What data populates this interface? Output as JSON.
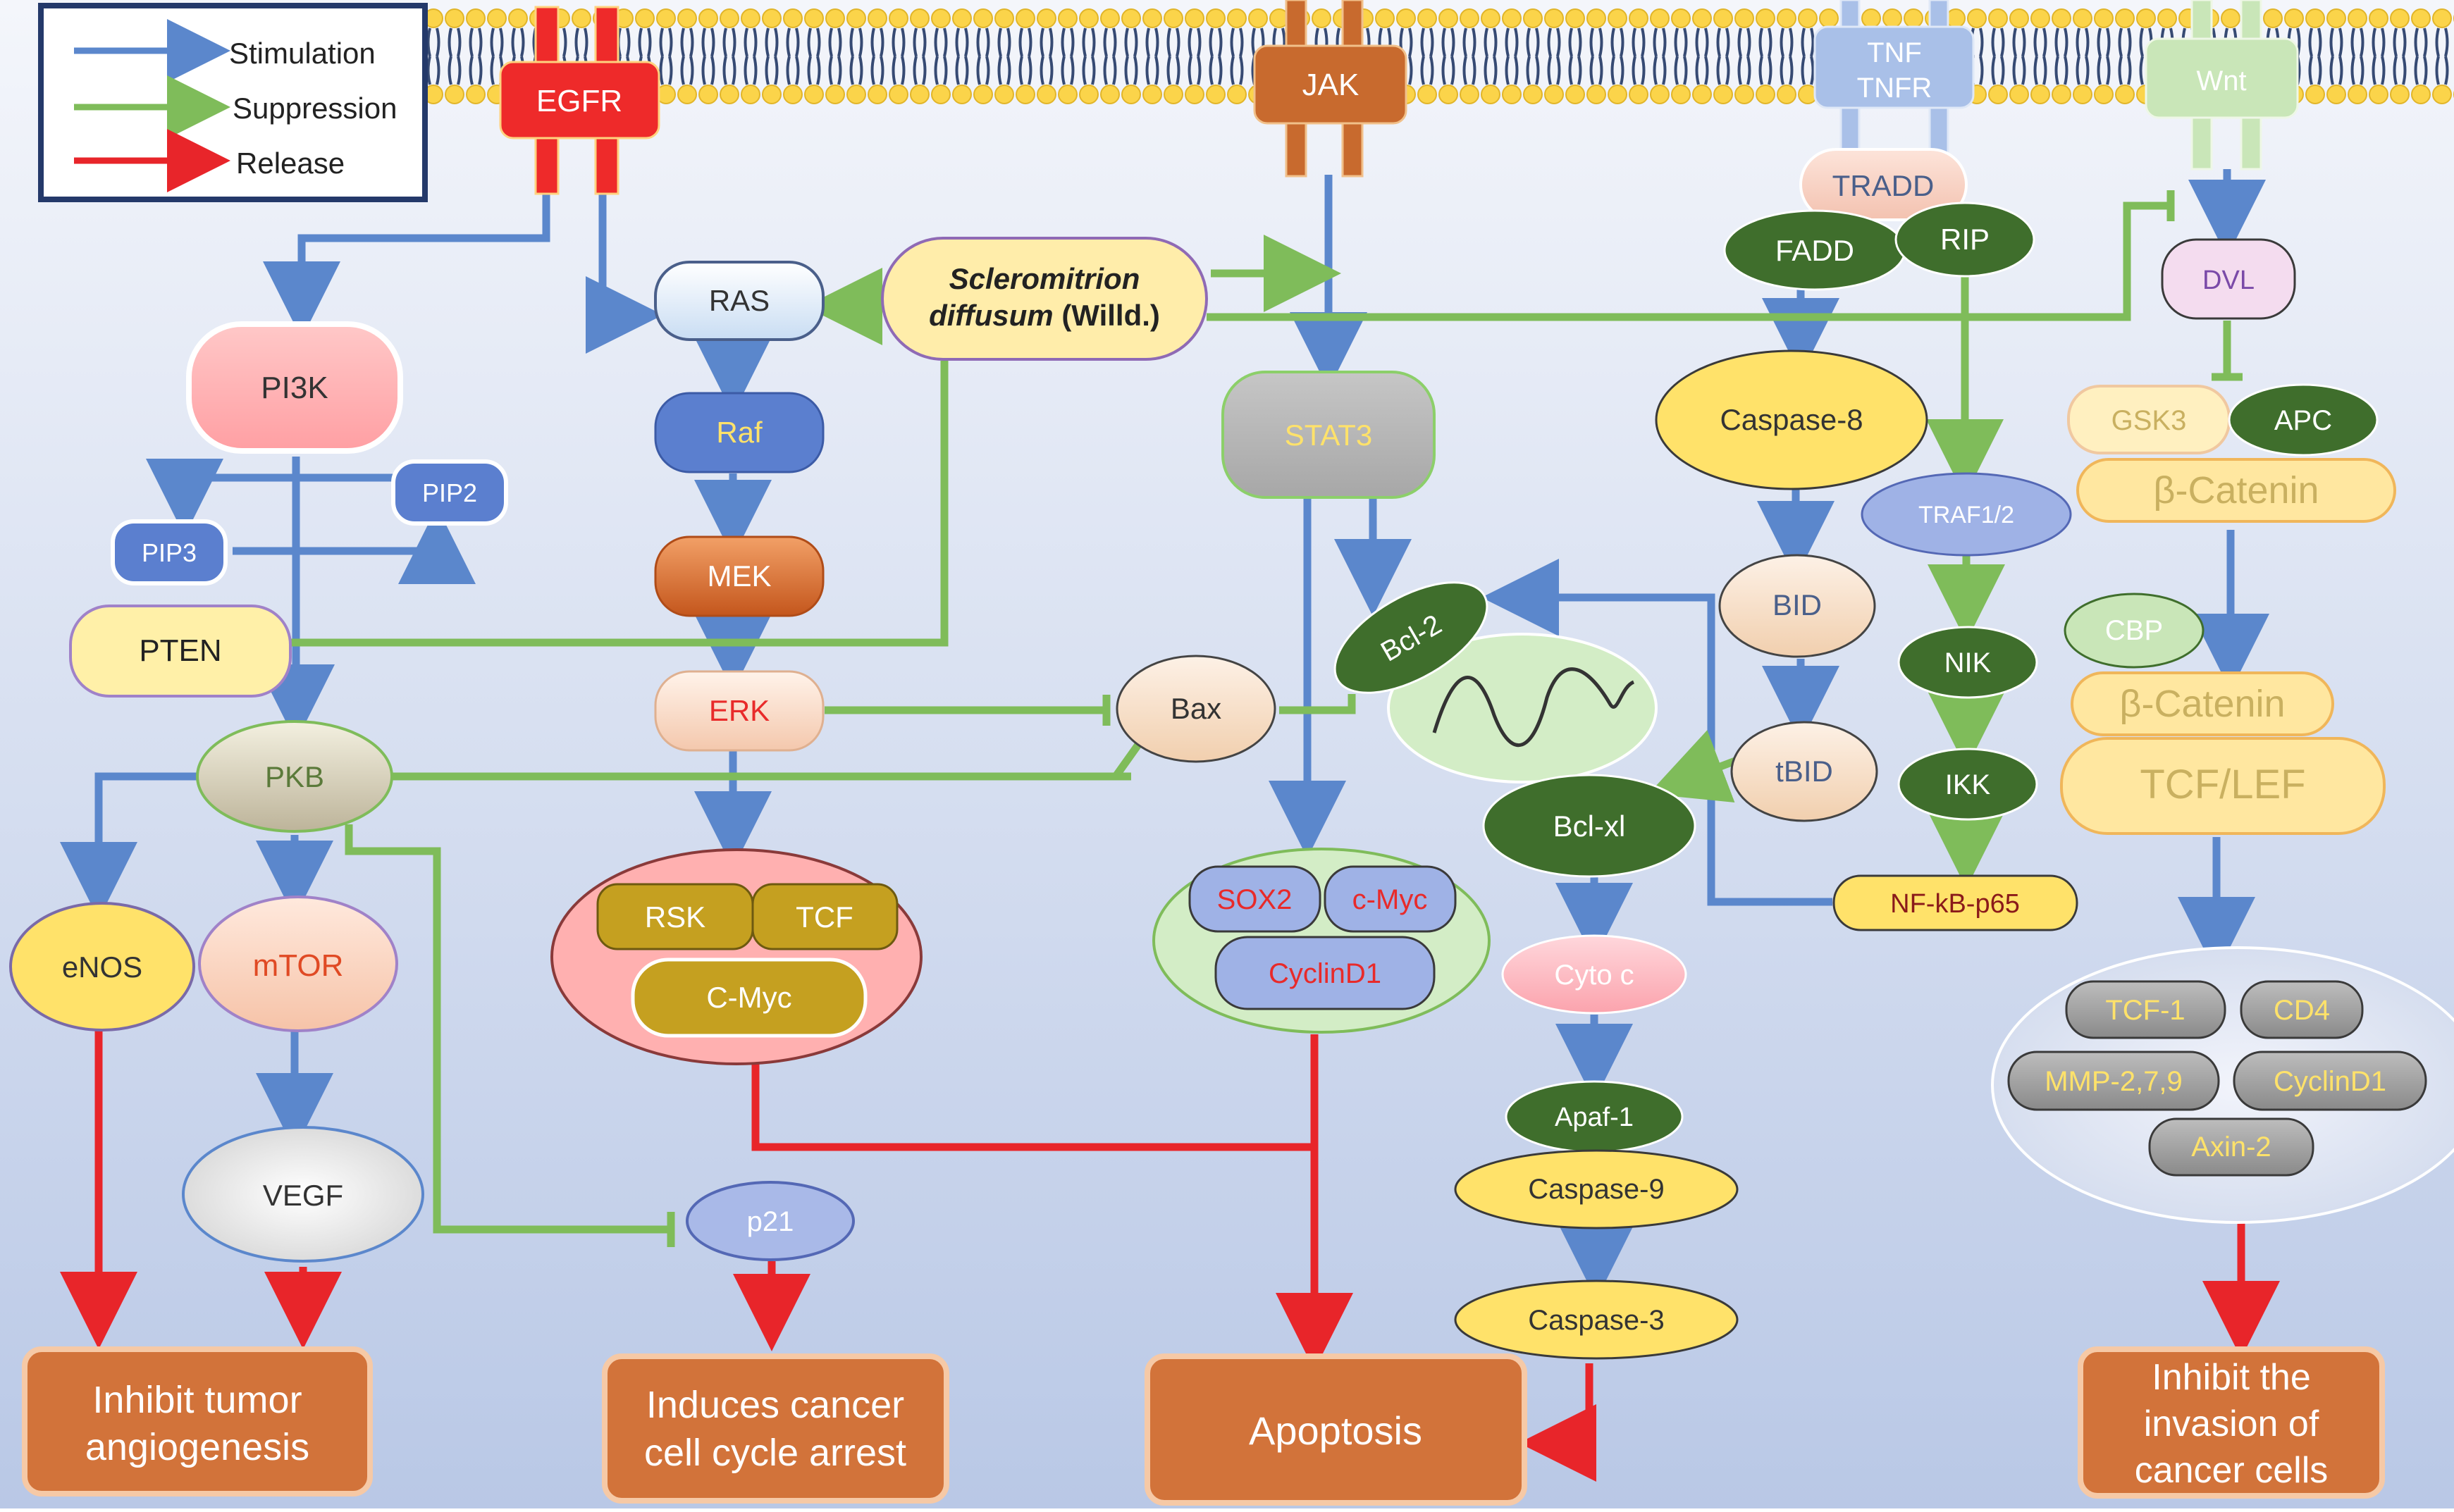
{
  "legend": {
    "stimulation": "Stimulation",
    "suppression": "Suppression",
    "release": "Release"
  },
  "colors": {
    "stimulation": "#5b87cc",
    "suppression": "#7fbc5a",
    "release": "#e8252a",
    "background_top": "#f4f6fb",
    "background_bottom": "#b9c8e6"
  },
  "receptors": {
    "egfr": "EGFR",
    "jak": "JAK",
    "tnf": "TNF",
    "tnfr": "TNFR",
    "wnt": "Wnt"
  },
  "compound": {
    "name_line1": "Scleromitrion",
    "name_line2_italic": "diffusum",
    "name_line2_rest": " (Willd.)"
  },
  "nodes": {
    "pi3k": "PI3K",
    "pip2": "PIP2",
    "pip3": "PIP3",
    "pten": "PTEN",
    "pkb": "PKB",
    "enos": "eNOS",
    "mtor": "mTOR",
    "vegf": "VEGF",
    "p21": "p21",
    "ras": "RAS",
    "raf": "Raf",
    "mek": "MEK",
    "erk": "ERK",
    "rsk": "RSK",
    "tcf": "TCF",
    "cmyc_big": "C-Myc",
    "bax": "Bax",
    "stat3": "STAT3",
    "bcl2": "Bcl-2",
    "sox2": "SOX2",
    "cmyc_small": "c-Myc",
    "cyclind1_stat": "CyclinD1",
    "tradd": "TRADD",
    "fadd": "FADD",
    "rip": "RIP",
    "caspase8": "Caspase-8",
    "bid": "BID",
    "tbid": "tBID",
    "bclxl": "Bcl-xl",
    "cytoc": "Cyto c",
    "apaf1": "Apaf-1",
    "caspase9": "Caspase-9",
    "caspase3": "Caspase-3",
    "traf12": "TRAF1/2",
    "nik": "NIK",
    "ikk": "IKK",
    "nfkb": "NF-kB-p65",
    "dvl": "DVL",
    "gsk3": "GSK3",
    "apc": "APC",
    "bcatenin1": "β-Catenin",
    "cbp": "CBP",
    "bcatenin2": "β-Catenin",
    "tcflef": "TCF/LEF",
    "tcf1": "TCF-1",
    "cd4": "CD4",
    "mmp": "MMP-2,7,9",
    "cyclind1_wnt": "CyclinD1",
    "axin2": "Axin-2"
  },
  "outcomes": {
    "angiogenesis_l1": "Inhibit tumor",
    "angiogenesis_l2": "angiogenesis",
    "cellcycle_l1": "Induces cancer",
    "cellcycle_l2": "cell cycle arrest",
    "apoptosis": "Apoptosis",
    "invasion_l1": "Inhibit the",
    "invasion_l2": "invasion of",
    "invasion_l3": "cancer cells"
  }
}
